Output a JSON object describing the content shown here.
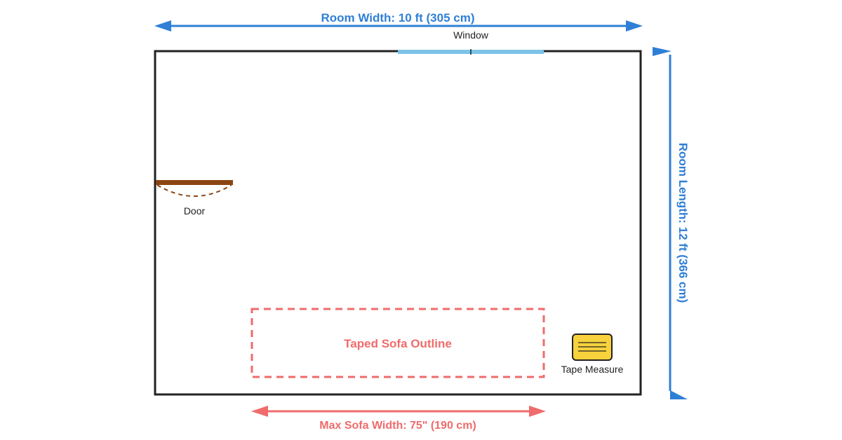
{
  "room": {
    "width_label": "Room Width: 10 ft (305 cm)",
    "length_label": "Room Length: 12 ft (366 cm)"
  },
  "window": {
    "label": "Window"
  },
  "door": {
    "label": "Door"
  },
  "sofa": {
    "outline_label": "Taped Sofa Outline",
    "max_width_label": "Max Sofa Width: 75\" (190 cm)"
  },
  "tape_measure": {
    "label": "Tape Measure"
  },
  "colors": {
    "dimension_blue": "#2f7fd6",
    "window_blue": "#7cc3e8",
    "wall": "#222222",
    "door_brown": "#8b4513",
    "sofa_red": "#f06b6b",
    "tape_yellow": "#f7d23c"
  }
}
